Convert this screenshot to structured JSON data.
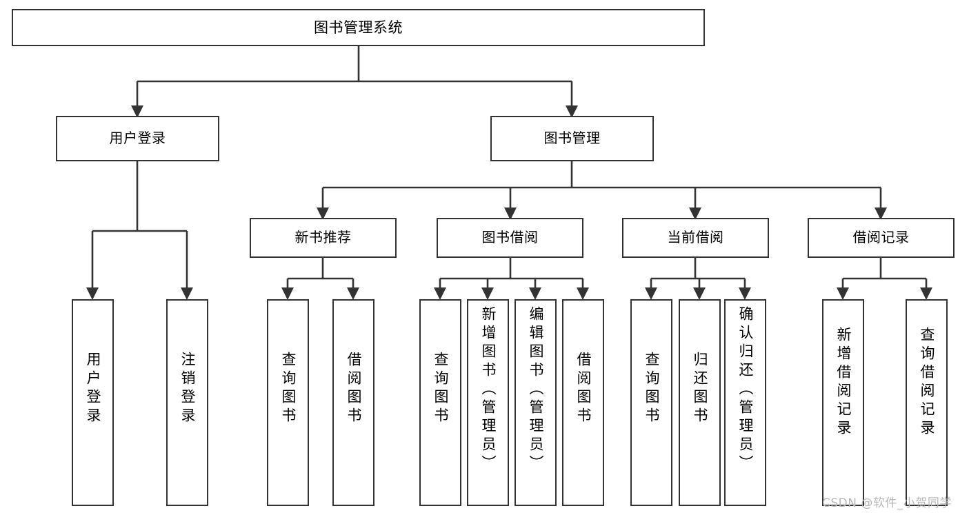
{
  "diagram": {
    "title": "图书管理系统",
    "type": "tree-hierarchy",
    "colors": {
      "stroke": "#333333",
      "fill": "#ffffff",
      "text": "#000000",
      "watermark": "#b8b8b8"
    }
  },
  "nodes": {
    "root": {
      "label": "图书管理系统"
    },
    "level2": [
      {
        "id": "user-login",
        "label": "用户登录"
      },
      {
        "id": "book-manage",
        "label": "图书管理"
      }
    ],
    "level3": [
      {
        "id": "new-book-recommend",
        "label": "新书推荐"
      },
      {
        "id": "book-borrow",
        "label": "图书借阅"
      },
      {
        "id": "current-borrow",
        "label": "当前借阅"
      },
      {
        "id": "borrow-record",
        "label": "借阅记录"
      }
    ],
    "leaves": [
      {
        "id": "leaf-user-login",
        "label": "用户登录",
        "parent": "user-login"
      },
      {
        "id": "leaf-logout-login",
        "label": "注销登录",
        "parent": "user-login"
      },
      {
        "id": "leaf-query-book-1",
        "label": "查询图书",
        "parent": "new-book-recommend"
      },
      {
        "id": "leaf-borrow-book-1",
        "label": "借阅图书",
        "parent": "new-book-recommend"
      },
      {
        "id": "leaf-query-book-2",
        "label": "查询图书",
        "parent": "book-borrow"
      },
      {
        "id": "leaf-add-book",
        "label": "新增图书（管理员）",
        "parent": "book-borrow"
      },
      {
        "id": "leaf-edit-book",
        "label": "编辑图书（管理员）",
        "parent": "book-borrow"
      },
      {
        "id": "leaf-borrow-book-2",
        "label": "借阅图书",
        "parent": "book-borrow"
      },
      {
        "id": "leaf-query-book-3",
        "label": "查询图书",
        "parent": "current-borrow"
      },
      {
        "id": "leaf-return-book",
        "label": "归还图书",
        "parent": "current-borrow"
      },
      {
        "id": "leaf-confirm-return",
        "label": "确认归还（管理员）",
        "parent": "current-borrow"
      },
      {
        "id": "leaf-add-record",
        "label": "新增借阅记录",
        "parent": "borrow-record"
      },
      {
        "id": "leaf-query-record",
        "label": "查询借阅记录",
        "parent": "borrow-record"
      }
    ]
  },
  "watermark": {
    "text": "CSDN @软件_小贺同学"
  }
}
